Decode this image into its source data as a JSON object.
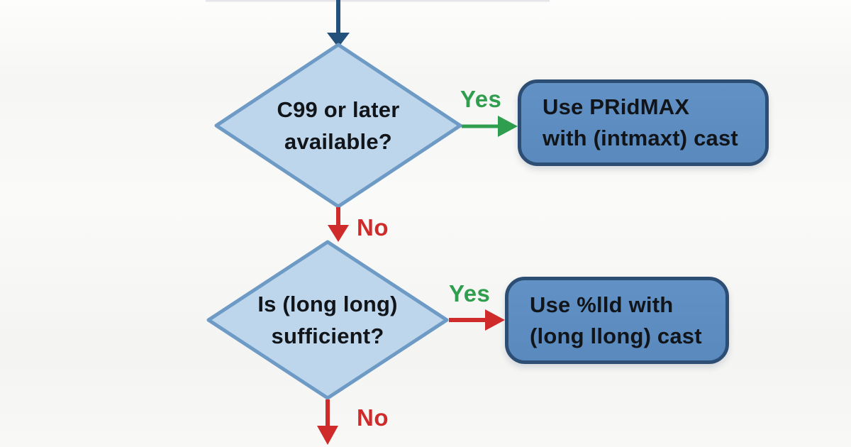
{
  "flowchart": {
    "nodes": {
      "decision1": {
        "line1": "C99 or later",
        "line2": "available?"
      },
      "result1": {
        "line1": "Use PRidMAX",
        "line2": "with (intmaxt) cast"
      },
      "decision2": {
        "line1": "Is (long long)",
        "line2": "sufficient?"
      },
      "result2": {
        "line1": "Use %lld with",
        "line2": "(long llong) cast"
      }
    },
    "labels": {
      "yes1": "Yes",
      "no1": "No",
      "yes2": "Yes",
      "no2": "No"
    }
  },
  "colors": {
    "navy": "#24507c",
    "green": "#2f9e4e",
    "red": "#cf2b2b",
    "diamond-fill": "#bdd6eb",
    "diamond-stroke": "#6e9bc5",
    "box-fill": "#6191c5",
    "box-stroke": "#2d4e74",
    "ink": "#111519",
    "bg": "#f8f8f6"
  }
}
